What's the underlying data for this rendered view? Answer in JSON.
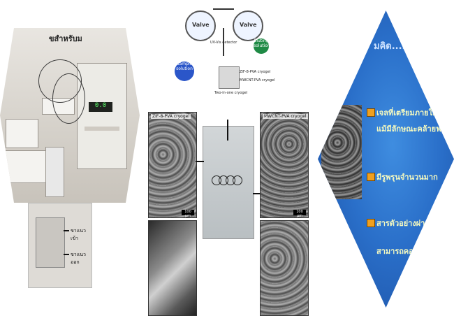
{
  "left_panel": {
    "label": "ขสำหรับม",
    "display_value": "0.0",
    "lower_labels": [
      "ขาแนวเข้า",
      "ขาแนวออก"
    ]
  },
  "diagram": {
    "valve_label": "Valve",
    "bubbles": [
      "Sample solution",
      "Eluting solution"
    ],
    "labels": [
      "UV-Vis detector",
      "ZIF-8-PVA cryogel",
      "MWCNT-PVA cryogel",
      "Two-in-one cryogel"
    ]
  },
  "sem_left": {
    "caption": "ZIF-8-PVA cryogel",
    "scale": "100 µm"
  },
  "sem_right": {
    "caption": "MWCNT-PVA cryogel",
    "scale": "100 µm"
  },
  "right_panel": {
    "title": "มคิด....",
    "bullets": [
      "เจลที่เตรียมภายใต้สภาวะเย",
      "แม้มีลักษณะคล้ายฟองน้ำ",
      "มีรูพรุนจำนวนมาก",
      "สารตัวอย่างผ่านได้ง่าย",
      "สามารถคอ"
    ]
  },
  "colors": {
    "diamond_blue": "#2a6fc9",
    "bullet_orange": "#f0a020",
    "bullet_text": "#f4f9c0"
  }
}
